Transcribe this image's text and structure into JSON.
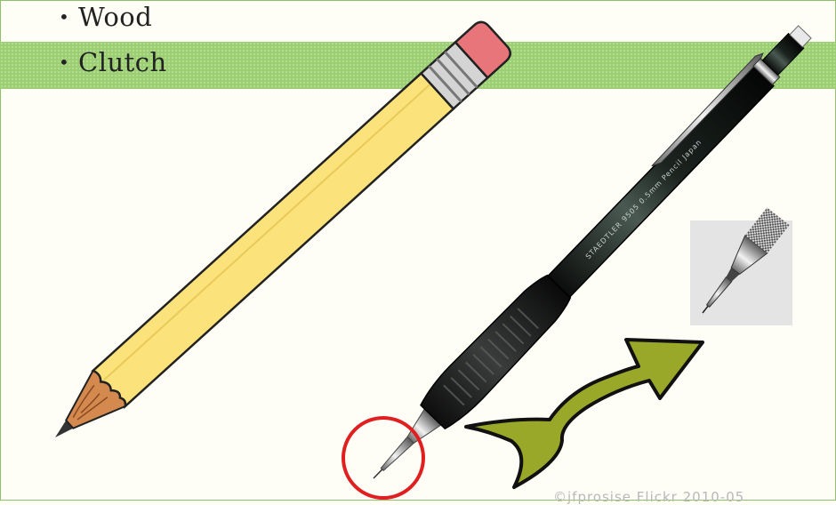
{
  "bullets": [
    {
      "label": "Wood"
    },
    {
      "label": "Clutch"
    }
  ],
  "pencil_imprint": "STAEDTLER 9505 0.5mm Pencil Japan",
  "copyright": "©jfprosise Flickr 2010-05",
  "icons": [
    "wood-pencil-icon",
    "mechanical-pencil-icon",
    "lead-tip-closeup-icon",
    "arrow-icon",
    "highlight-circle-icon"
  ],
  "colors": {
    "band": "#9ccf74",
    "pencil_body": "#fbe27b",
    "eraser": "#e8757a",
    "arrow": "#9aa82a",
    "highlight_circle": "#e02020"
  }
}
